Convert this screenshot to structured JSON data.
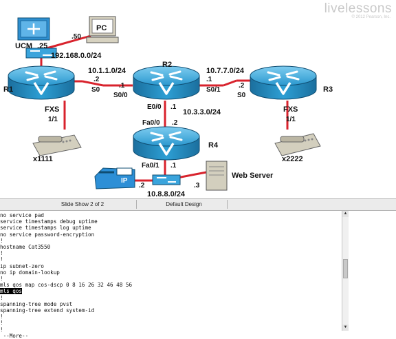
{
  "brand": {
    "logo_text": "livelessons",
    "copyright": "© 2012 Pearson, Inc."
  },
  "colors": {
    "link": "#e0202a",
    "router": "#1f8fc4",
    "device_bg": "#d8d4c4",
    "highlight": "#000000"
  },
  "topology": {
    "routers": {
      "r1": "R1",
      "r2": "R2",
      "r3": "R3",
      "r4": "R4"
    },
    "devices": {
      "ucm": "UCM",
      "pc": "PC",
      "web_server": "Web Server",
      "ip_phone": "IP"
    },
    "phones": {
      "x1111": "x1111",
      "x2222": "x2222"
    },
    "labels": {
      "ucm_host": ".25",
      "pc_host": ".50",
      "lan_net": "192.168.0.0/24",
      "net_r1_r2": "10.1.1.0/24",
      "r1_r2_left_host": ".2",
      "r1_r2_right_host": ".1",
      "r1_s0": "S0",
      "r2_s00": "S0/0",
      "net_r2_r3": "10.7.7.0/24",
      "r2_r3_left_host": ".1",
      "r2_r3_right_host": ".2",
      "r2_s01": "S0/1",
      "r3_s0": "S0",
      "r1_fxs": "FXS",
      "r1_port": "1/1",
      "r3_fxs": "FXS",
      "r3_port": "1/1",
      "r2_e00": "E0/0",
      "r2_e00_host": ".1",
      "net_r2_r4": "10.3.3.0/24",
      "r4_fa00": "Fa0/0",
      "r4_fa00_host": ".2",
      "r4_fa01": "Fa0/1",
      "r4_fa01_host": ".1",
      "ipphone_host": ".2",
      "webserver_host": ".3",
      "net_r4_lan": "10.8.8.0/24"
    }
  },
  "statusbar": {
    "slide": "Slide Show 2 of 2",
    "design": "Default Design"
  },
  "terminal": {
    "lines": [
      "no service pad",
      "service timestamps debug uptime",
      "service timestamps log uptime",
      "no service password-encryption",
      "!",
      "hostname Cat3550",
      "!",
      "!",
      "ip subnet-zero",
      "no ip domain-lookup",
      "!",
      "mls qos map cos-dscp 0 8 16 26 32 46 48 56",
      "mls qos",
      "!",
      "spanning-tree mode pvst",
      "spanning-tree extend system-id",
      "!",
      "!",
      "!",
      " --More-- "
    ],
    "highlighted_line": "mls qos"
  }
}
